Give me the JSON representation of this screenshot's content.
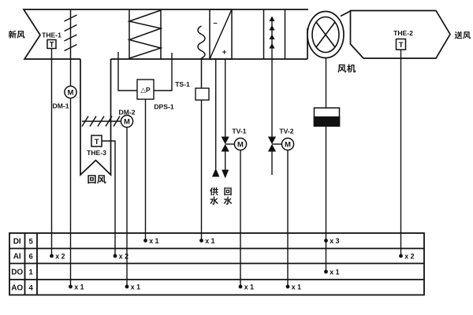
{
  "labels": {
    "fresh_air": "新风",
    "supply_air": "送风",
    "fan": "风机",
    "return_air": "回风",
    "supply_water": "供水",
    "return_water": "回水"
  },
  "components": {
    "the1": {
      "name": "THE-1",
      "symbol": "T"
    },
    "the2": {
      "name": "THE-2",
      "symbol": "T"
    },
    "the3": {
      "name": "THE-3",
      "symbol": "T"
    },
    "dm1": {
      "name": "DM-1",
      "symbol": "M"
    },
    "dm2": {
      "name": "DM-2",
      "symbol": "M"
    },
    "dps1": {
      "name": "DPS-1",
      "symbol": "△P"
    },
    "ts1": {
      "name": "TS-1"
    },
    "tv1": {
      "name": "TV-1",
      "symbol": "M"
    },
    "tv2": {
      "name": "TV-2",
      "symbol": "M"
    },
    "coil": {
      "minus": "−",
      "plus": "+"
    }
  },
  "io_table": {
    "rows": [
      {
        "type": "DI",
        "count": "5"
      },
      {
        "type": "AI",
        "count": "6"
      },
      {
        "type": "DO",
        "count": "1"
      },
      {
        "type": "AO",
        "count": "4"
      }
    ],
    "points": [
      {
        "row": "DI",
        "label": "x 1"
      },
      {
        "row": "DI",
        "label": "x 1"
      },
      {
        "row": "DI",
        "label": "x 3"
      },
      {
        "row": "AI",
        "label": "x 2"
      },
      {
        "row": "AI",
        "label": "x 2"
      },
      {
        "row": "AI",
        "label": "x 2"
      },
      {
        "row": "DO",
        "label": "x 1"
      },
      {
        "row": "AO",
        "label": "x 1"
      },
      {
        "row": "AO",
        "label": "x 1"
      },
      {
        "row": "AO",
        "label": "x 1"
      },
      {
        "row": "AO",
        "label": "x 1"
      }
    ]
  }
}
